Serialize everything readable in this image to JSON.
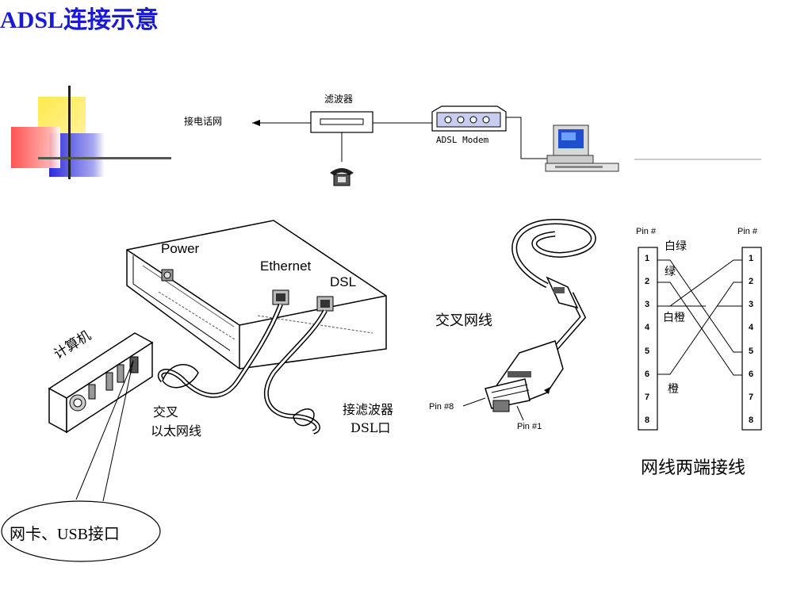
{
  "slide": {
    "title": "ADSL连接示意"
  },
  "top_diagram": {
    "phone_net_label": "接电话网",
    "filter_label": "滤波器",
    "modem_label": "ADSL Modem"
  },
  "device_diagram": {
    "power_label": "Power",
    "ethernet_label": "Ethernet",
    "dsl_label": "DSL",
    "computer_label": "计算机",
    "crossover_ethernet_label_1": "交叉",
    "crossover_ethernet_label_2": "以太网线",
    "to_filter_label_1": "接滤波器",
    "to_filter_label_2": "DSL口",
    "nic_usb_label": "网卡、USB接口"
  },
  "cable_diagram": {
    "crossover_cable_label": "交叉网线",
    "pin8_label": "Pin #8",
    "pin1_label": "Pin #1"
  },
  "pinout": {
    "left_header": "Pin #",
    "right_header": "Pin #",
    "pins": [
      "1",
      "2",
      "3",
      "4",
      "5",
      "6",
      "7",
      "8"
    ],
    "wire_labels": {
      "white_green": "白绿",
      "green": "绿",
      "white_orange": "白橙",
      "orange": "橙"
    },
    "caption": "网线两端接线"
  }
}
